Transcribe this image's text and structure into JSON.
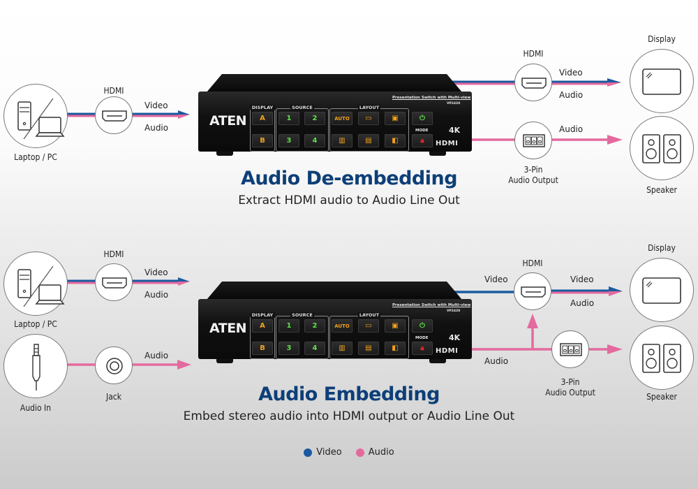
{
  "colors": {
    "video": "#1a5aa0",
    "audio": "#e46a9e",
    "title": "#0d3f78"
  },
  "device": {
    "brand": "ATEN",
    "product_name": "Presentation Switch with Multi-view",
    "model": "VP2420",
    "badge_4k": "4K",
    "badge_hdmi": "HDMI",
    "groups": {
      "display": "DISPLAY",
      "source": "SOURCE",
      "layout": "LAYOUT",
      "mode": "MODE"
    },
    "buttons": {
      "display": [
        "A",
        "B"
      ],
      "source": [
        "1",
        "2",
        "3",
        "4"
      ],
      "layout_auto": "AUTO"
    }
  },
  "top": {
    "title": "Audio De-embedding",
    "subtitle": "Extract HDMI audio to Audio Line Out",
    "source": {
      "label": "Laptop / PC",
      "icon": "laptop-pc-icon"
    },
    "input_connector": {
      "label": "HDMI",
      "icon": "hdmi-port-icon"
    },
    "input_signals": {
      "video": "Video",
      "audio": "Audio"
    },
    "hdmi_out": {
      "label": "HDMI",
      "icon": "hdmi-port-icon",
      "video": "Video",
      "audio": "Audio"
    },
    "pin_out": {
      "label_line1": "3-Pin",
      "label_line2": "Audio Output",
      "icon": "3-pin-terminal-icon",
      "audio": "Audio"
    },
    "display": {
      "label": "Display",
      "icon": "display-icon"
    },
    "speaker": {
      "label": "Speaker",
      "icon": "speaker-icon"
    }
  },
  "bottom": {
    "title": "Audio Embedding",
    "subtitle": "Embed stereo audio into HDMI output or Audio Line Out",
    "source": {
      "label": "Laptop / PC",
      "icon": "laptop-pc-icon"
    },
    "input_connector": {
      "label": "HDMI",
      "icon": "hdmi-port-icon"
    },
    "input_signals": {
      "video": "Video",
      "audio": "Audio"
    },
    "audio_in": {
      "label": "Audio In",
      "icon": "audio-plug-icon"
    },
    "jack": {
      "label": "Jack",
      "icon": "jack-icon",
      "audio": "Audio"
    },
    "output_video": "Video",
    "output_audio": "Audio",
    "hdmi_out": {
      "label": "HDMI",
      "icon": "hdmi-port-icon",
      "video": "Video",
      "audio": "Audio"
    },
    "pin_out": {
      "label_line1": "3-Pin",
      "label_line2": "Audio Output",
      "icon": "3-pin-terminal-icon"
    },
    "display": {
      "label": "Display",
      "icon": "display-icon"
    },
    "speaker": {
      "label": "Speaker",
      "icon": "speaker-icon"
    }
  },
  "legend": [
    {
      "label": "Video",
      "color": "#1a5aa0"
    },
    {
      "label": "Audio",
      "color": "#e46a9e"
    }
  ]
}
